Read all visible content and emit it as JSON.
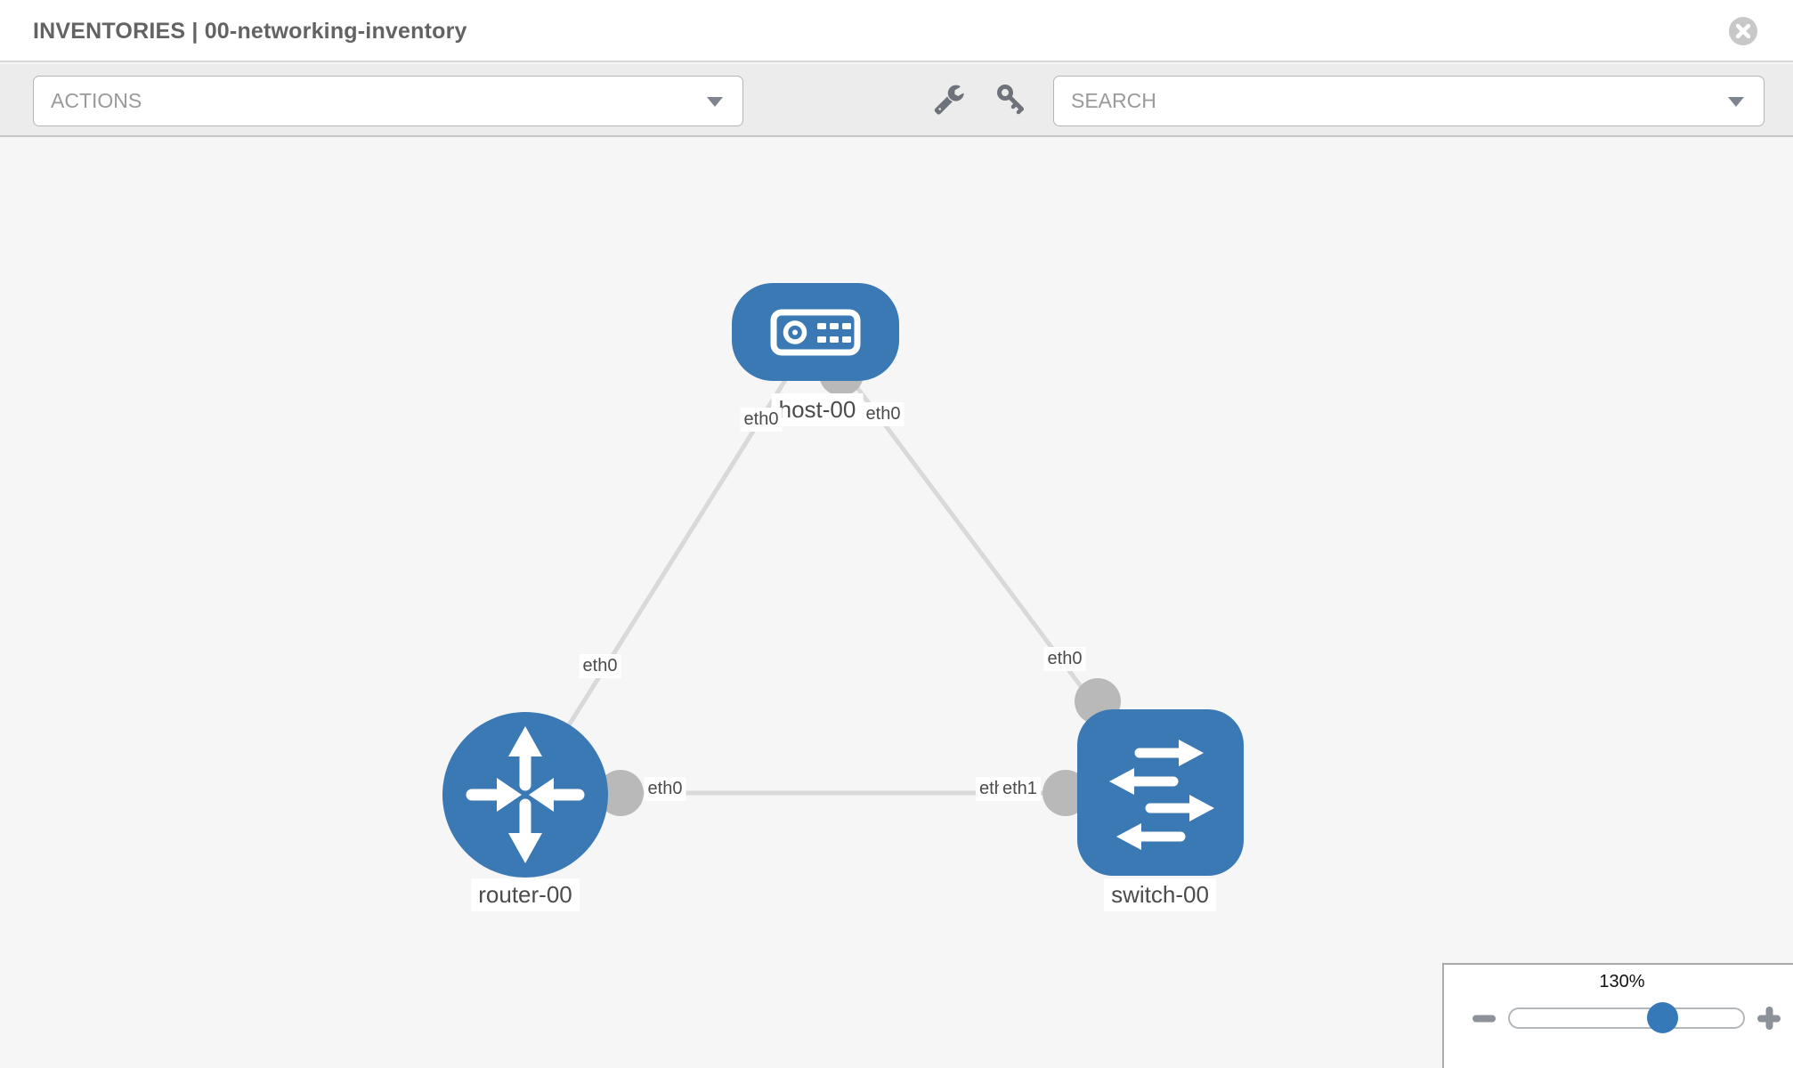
{
  "header": {
    "title": "INVENTORIES | 00-networking-inventory",
    "close_icon": "close-icon"
  },
  "toolbar": {
    "actions_label": "ACTIONS",
    "search_label": "SEARCH",
    "icons": {
      "tools": "wrench-icon",
      "credentials": "key-icon",
      "dropdown": "chevron-down-icon"
    }
  },
  "topology": {
    "nodes": [
      {
        "label": "host-00",
        "type": "host",
        "icon": "server-icon"
      },
      {
        "label": "router-00",
        "type": "router",
        "icon": "router-arrows-icon"
      },
      {
        "label": "switch-00",
        "type": "switch",
        "icon": "switch-arrows-icon"
      }
    ],
    "links": [
      {
        "source": "host-00",
        "source_if": "eth0",
        "target": "router-00",
        "target_if": "eth0"
      },
      {
        "source": "host-00",
        "source_if": "eth0",
        "target": "switch-00",
        "target_if": "eth0"
      },
      {
        "source": "router-00",
        "source_if": "eth0",
        "target": "switch-00",
        "target_if": "eth1"
      }
    ],
    "if_labels": {
      "host_router_host_side": "eth0",
      "host_router_router_side": "eth0",
      "host_switch_host_side": "eth0",
      "host_switch_switch_side": "eth0",
      "router_switch_router_side": "eth0",
      "router_switch_switch_side_hidden": "eth0",
      "router_switch_switch_side": "eth1"
    }
  },
  "zoom_control": {
    "level": "130%",
    "icons": {
      "zoom_out": "minus-icon",
      "zoom_in": "plus-icon"
    }
  },
  "colors": {
    "node_blue": "#3b79b5",
    "port_gray": "#b9b9b9",
    "link_gray": "#d9d9d9",
    "canvas_bg": "#f6f6f6",
    "toolbar_bg": "#ececec",
    "thumb_blue": "#3579b8"
  }
}
